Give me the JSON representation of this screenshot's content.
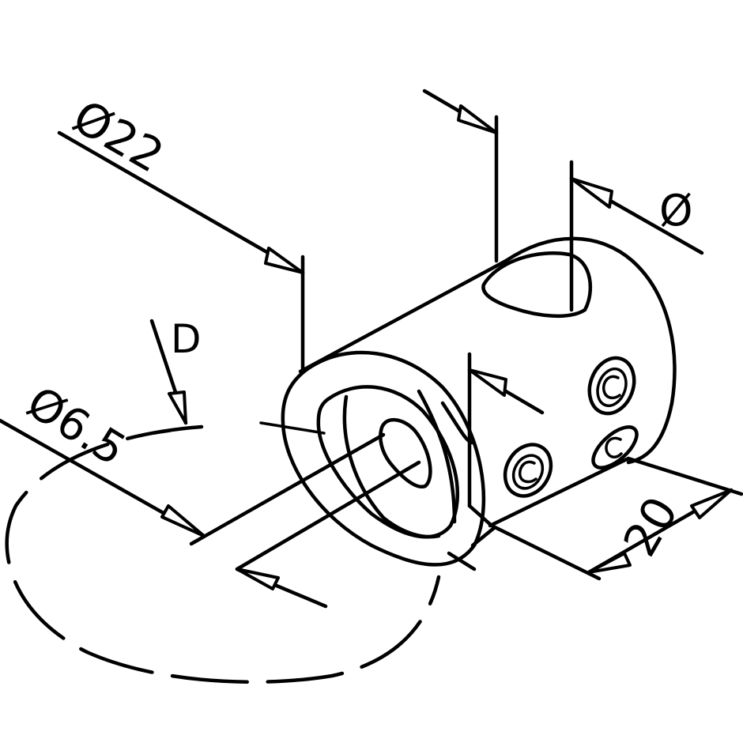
{
  "drawing": {
    "subject": "Tube connector, isometric technical view",
    "line_color": "#000000",
    "background": "#ffffff"
  },
  "dimensions": {
    "outer_diameter": {
      "label": "Ø22"
    },
    "cross_hole_diameter": {
      "label": "Ø"
    },
    "detail_marker": {
      "label": "D"
    },
    "bore_diameter": {
      "label": "Ø6.5"
    },
    "length": {
      "label": "20"
    }
  },
  "features": {
    "set_screws": [
      "set-screw-upper",
      "set-screw-lower-left",
      "set-screw-lower-right"
    ],
    "cross_hole": "cross-hole-top",
    "dashed_circle": "tube-outline-dashed"
  }
}
